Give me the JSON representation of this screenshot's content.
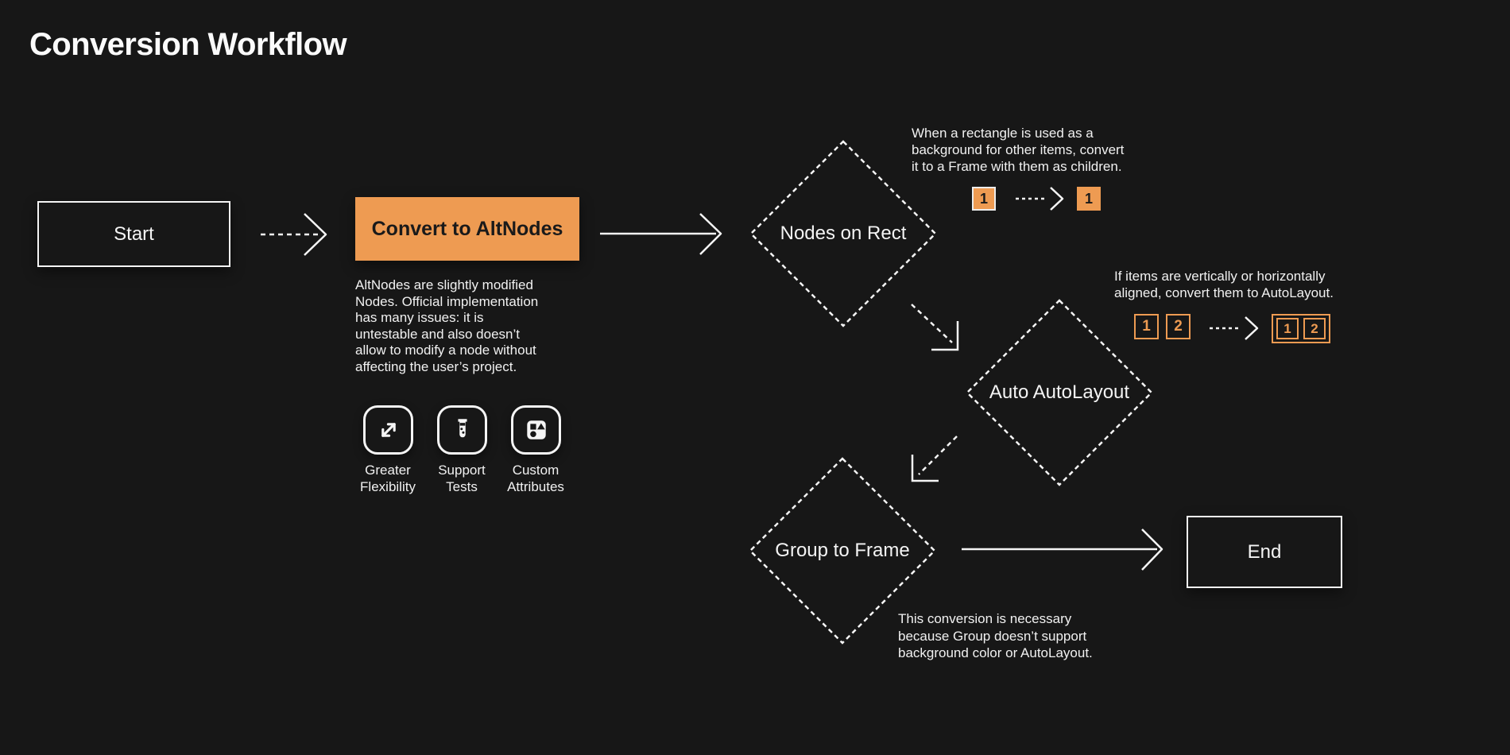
{
  "page": {
    "title": "Conversion Workflow",
    "background_color": "#171717",
    "stroke_color": "#F5F5F5",
    "accent_color": "#EE9B52"
  },
  "nodes": {
    "start": {
      "label": "Start",
      "shape": "rectangle"
    },
    "convert": {
      "label": "Convert to AltNodes",
      "shape": "rectangle-filled",
      "description": "AltNodes are slightly modified\nNodes. Official implementation\nhas many issues: it is\nuntestable and also doesn’t\nallow to modify a node without\naffecting the user’s project."
    },
    "nodes_on_rect": {
      "label": "Nodes on Rect",
      "shape": "diamond-dashed",
      "note": "When a rectangle is used as a\nbackground for other items, convert\nit to a Frame with them as children."
    },
    "auto_autolayout": {
      "label": "Auto AutoLayout",
      "shape": "diamond-dashed",
      "note": "If items are vertically or horizontally\naligned, convert them to AutoLayout."
    },
    "group_to_frame": {
      "label": "Group to Frame",
      "shape": "diamond-dashed",
      "note": "This conversion is necessary\nbecause Group doesn’t support\nbackground color or AutoLayout."
    },
    "end": {
      "label": "End",
      "shape": "rectangle"
    }
  },
  "features": [
    {
      "icon": "expand-icon",
      "label": "Greater\nFlexibility"
    },
    {
      "icon": "test-tube-icon",
      "label": "Support\nTests"
    },
    {
      "icon": "shapes-icon",
      "label": "Custom\nAttributes"
    }
  ],
  "rect_example": {
    "before": "1",
    "after": "1"
  },
  "align_example": {
    "before": [
      "1",
      "2"
    ],
    "after": [
      "1",
      "2"
    ]
  },
  "edges": [
    {
      "from": "start",
      "to": "convert",
      "style": "dashed"
    },
    {
      "from": "convert",
      "to": "nodes_on_rect",
      "style": "solid"
    },
    {
      "from": "nodes_on_rect",
      "to": "auto_autolayout",
      "style": "dashed"
    },
    {
      "from": "auto_autolayout",
      "to": "group_to_frame",
      "style": "dashed"
    },
    {
      "from": "group_to_frame",
      "to": "end",
      "style": "solid"
    }
  ]
}
